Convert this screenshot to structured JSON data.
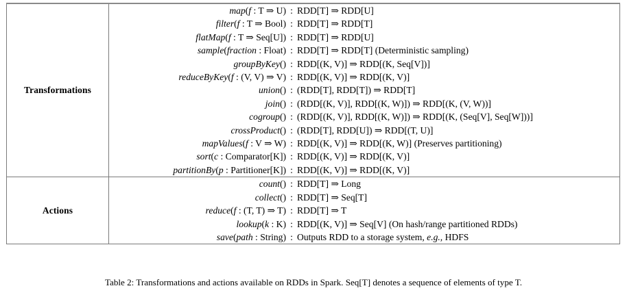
{
  "table": {
    "id": "table-2",
    "caption": "Table 2: Transformations and actions available on RDDs in Spark. Seq[T] denotes a sequence of elements of type T.",
    "border_color": "#7a7a7a",
    "sections": [
      {
        "category": "Transformations",
        "rows": [
          {
            "signature": "map(f : T ⇒ U)",
            "colon": ":",
            "type": "RDD[T] ⇒ RDD[U]"
          },
          {
            "signature": "filter(f : T ⇒ Bool)",
            "colon": ":",
            "type": "RDD[T] ⇒ RDD[T]"
          },
          {
            "signature": "flatMap(f : T ⇒ Seq[U])",
            "colon": ":",
            "type": "RDD[T] ⇒ RDD[U]"
          },
          {
            "signature": "sample(fraction : Float)",
            "colon": ":",
            "type": "RDD[T] ⇒ RDD[T]  (Deterministic sampling)"
          },
          {
            "signature": "groupByKey()",
            "colon": ":",
            "type": "RDD[(K, V)] ⇒ RDD[(K, Seq[V])]"
          },
          {
            "signature": "reduceByKey(f : (V, V) ⇒ V)",
            "colon": ":",
            "type": "RDD[(K, V)] ⇒ RDD[(K, V)]"
          },
          {
            "signature": "union()",
            "colon": ":",
            "type": "(RDD[T], RDD[T]) ⇒ RDD[T]"
          },
          {
            "signature": "join()",
            "colon": ":",
            "type": "(RDD[(K, V)], RDD[(K, W)]) ⇒ RDD[(K, (V, W))]"
          },
          {
            "signature": "cogroup()",
            "colon": ":",
            "type": "(RDD[(K, V)], RDD[(K, W)]) ⇒ RDD[(K, (Seq[V], Seq[W]))]"
          },
          {
            "signature": "crossProduct()",
            "colon": ":",
            "type": "(RDD[T], RDD[U]) ⇒ RDD[(T, U)]"
          },
          {
            "signature": "mapValues(f : V ⇒ W)",
            "colon": ":",
            "type": "RDD[(K, V)] ⇒ RDD[(K, W)]  (Preserves partitioning)"
          },
          {
            "signature": "sort(c : Comparator[K])",
            "colon": ":",
            "type": "RDD[(K, V)] ⇒ RDD[(K, V)]"
          },
          {
            "signature": "partitionBy(p : Partitioner[K])",
            "colon": ":",
            "type": "RDD[(K, V)] ⇒ RDD[(K, V)]"
          }
        ]
      },
      {
        "category": "Actions",
        "rows": [
          {
            "signature": "count()",
            "colon": ":",
            "type": "RDD[T] ⇒ Long"
          },
          {
            "signature": "collect()",
            "colon": ":",
            "type": "RDD[T] ⇒ Seq[T]"
          },
          {
            "signature": "reduce(f : (T, T) ⇒ T)",
            "colon": ":",
            "type": "RDD[T] ⇒ T"
          },
          {
            "signature": "lookup(k : K)",
            "colon": ":",
            "type": "RDD[(K, V)] ⇒ Seq[V]  (On hash/range partitioned RDDs)"
          },
          {
            "signature": "save(path : String)",
            "colon": ":",
            "type": "Outputs RDD to a storage system, e.g., HDFS"
          }
        ]
      }
    ]
  }
}
